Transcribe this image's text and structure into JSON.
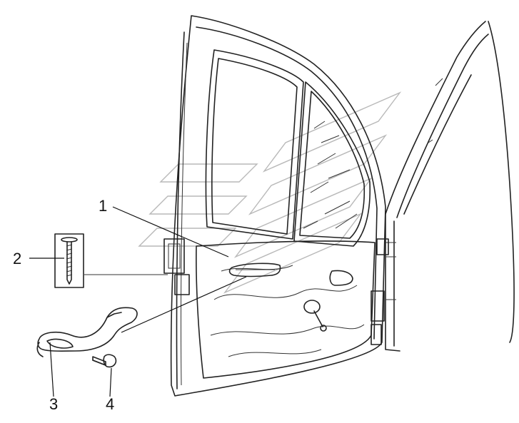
{
  "callouts": [
    {
      "id": "1",
      "label": "1"
    },
    {
      "id": "2",
      "label": "2"
    },
    {
      "id": "3",
      "label": "3"
    },
    {
      "id": "4",
      "label": "4"
    }
  ],
  "colors": {
    "line": "#222222",
    "watermark": "#b9b9b9",
    "background": "#ffffff"
  }
}
